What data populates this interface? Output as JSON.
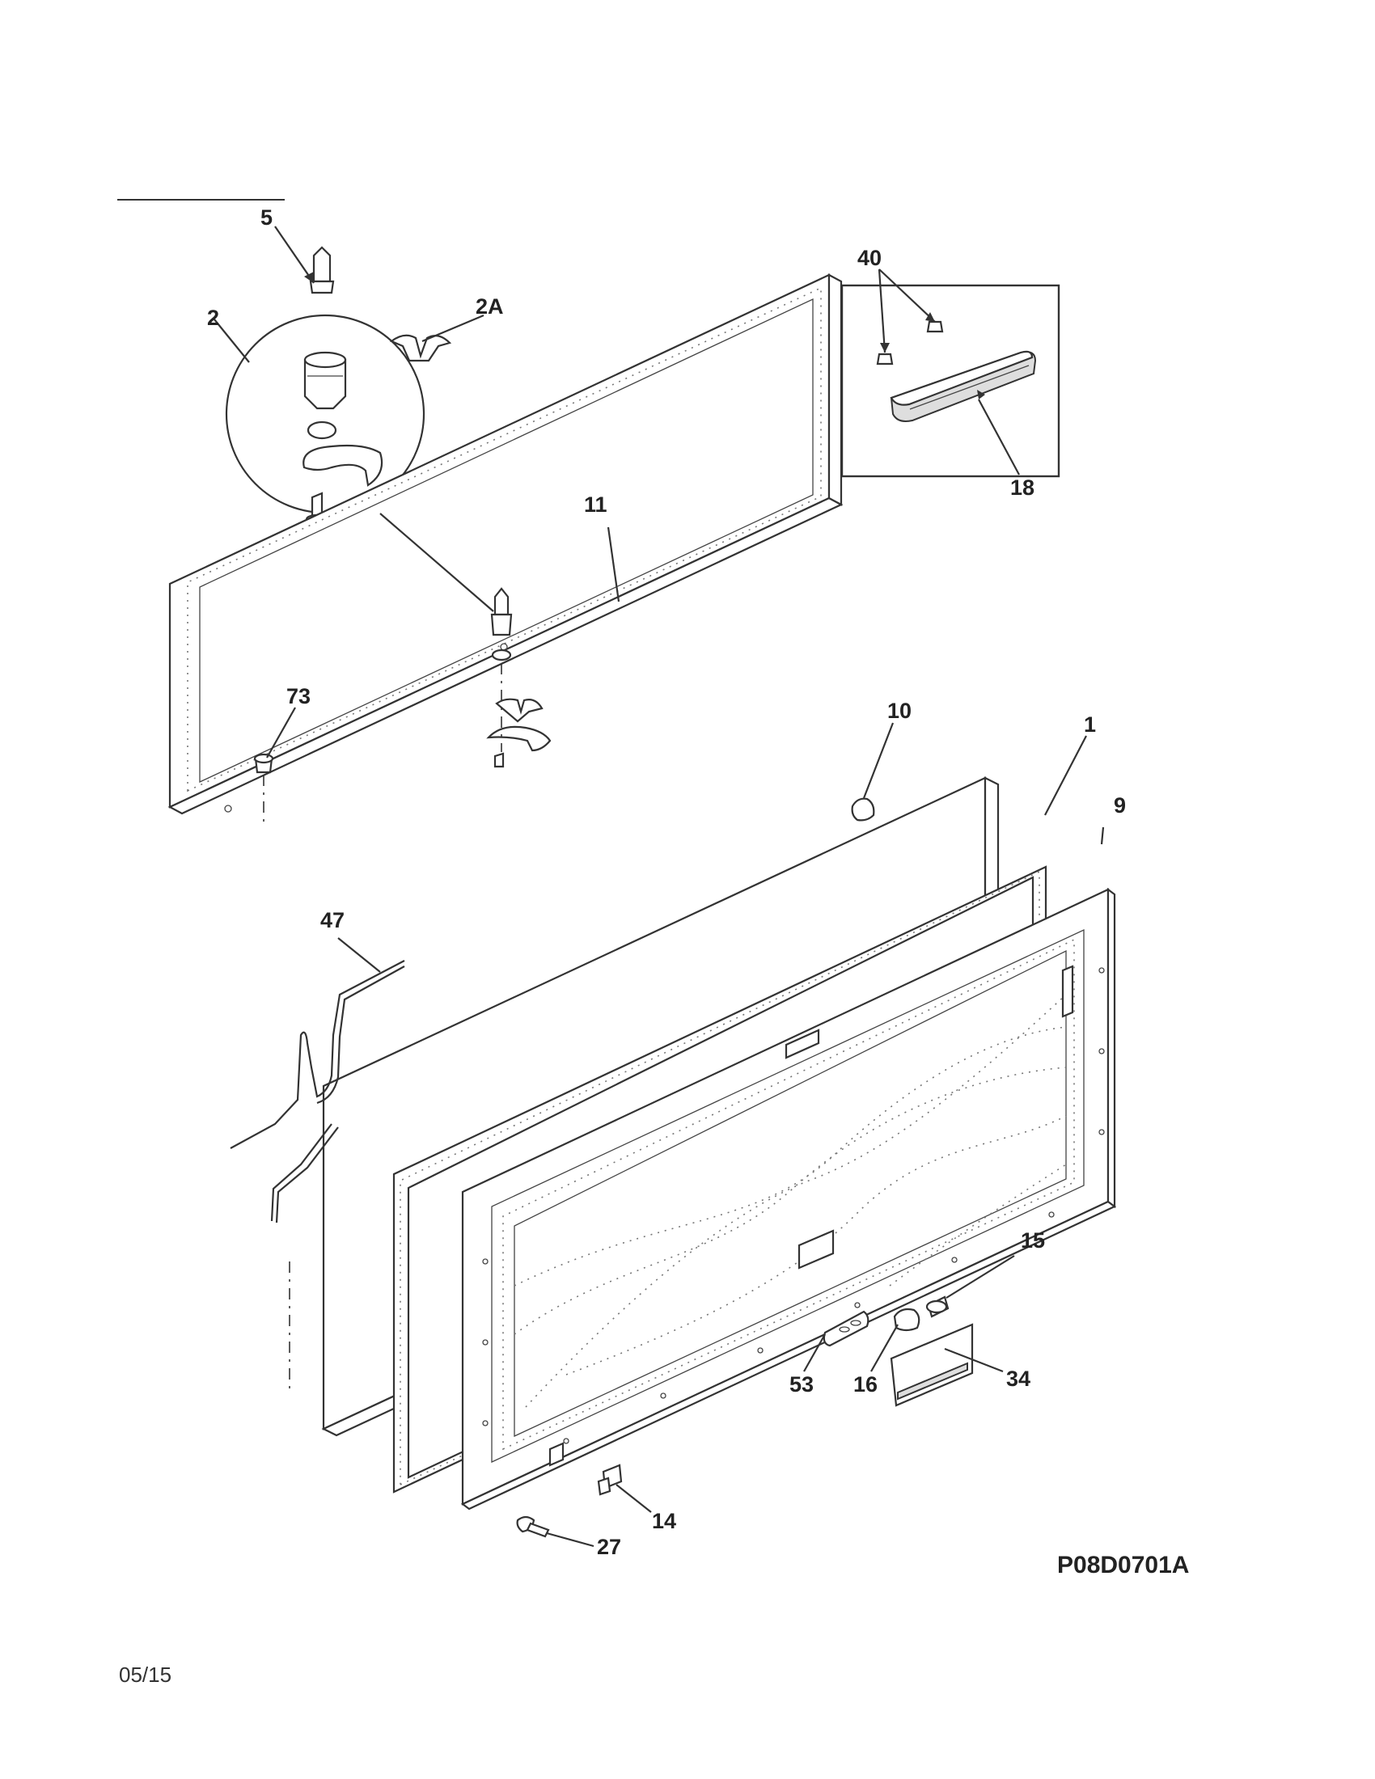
{
  "diagram": {
    "callouts": {
      "c5": "5",
      "c2": "2",
      "c2a": "2A",
      "c40": "40",
      "c18": "18",
      "c11": "11",
      "c73": "73",
      "c10": "10",
      "c1": "1",
      "c9": "9",
      "c47": "47",
      "c15": "15",
      "c53": "53",
      "c16": "16",
      "c34": "34",
      "c14": "14",
      "c27": "27"
    },
    "drawing_code": "P08D0701A",
    "revision_date": "05/15"
  }
}
